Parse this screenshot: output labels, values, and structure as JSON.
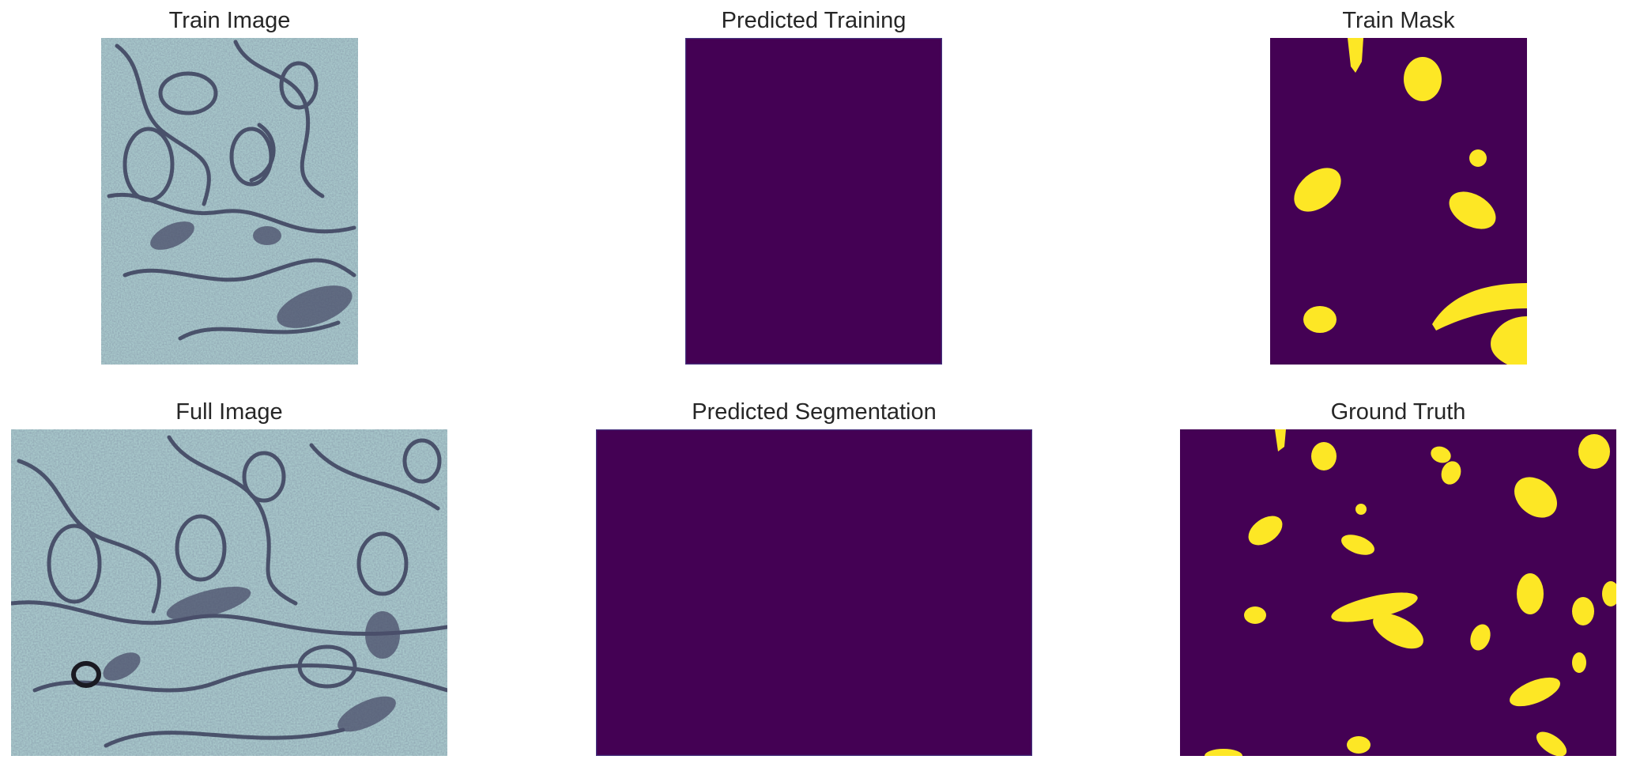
{
  "figure": {
    "panels": [
      {
        "id": "train-image",
        "title": "Train Image",
        "content": "electron-microscopy-crop"
      },
      {
        "id": "predicted-training",
        "title": "Predicted Training",
        "content": "uniform-dark-purple"
      },
      {
        "id": "train-mask",
        "title": "Train Mask",
        "content": "binary-mask"
      },
      {
        "id": "full-image",
        "title": "Full Image",
        "content": "electron-microscopy-full"
      },
      {
        "id": "predicted-segmentation",
        "title": "Predicted Segmentation",
        "content": "uniform-dark-purple"
      },
      {
        "id": "ground-truth",
        "title": "Ground Truth",
        "content": "binary-mask"
      }
    ],
    "colors": {
      "background_mask": "#440154",
      "foreground_mask": "#fde725",
      "em_light": "#a9c9cc",
      "em_dark": "#3b3f5c",
      "title_text": "#262626"
    }
  }
}
